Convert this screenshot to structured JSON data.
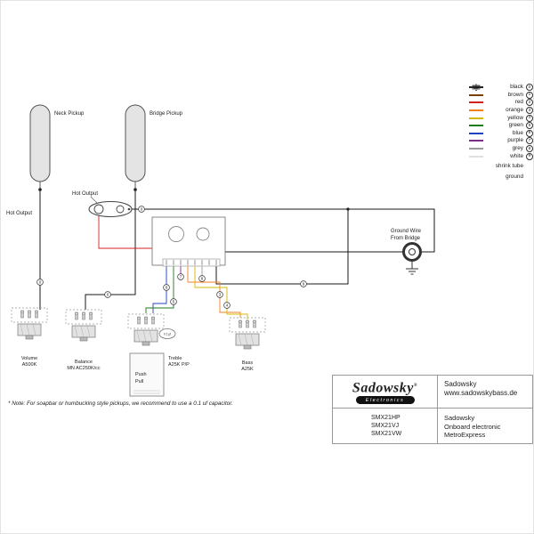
{
  "legend": {
    "colors": [
      {
        "label": "black",
        "num": "0",
        "color": "#1a1a1a"
      },
      {
        "label": "brown",
        "num": "1",
        "color": "#7b3f00"
      },
      {
        "label": "red",
        "num": "2",
        "color": "#d02020"
      },
      {
        "label": "orange",
        "num": "3",
        "color": "#f08020"
      },
      {
        "label": "yellow",
        "num": "4",
        "color": "#d4b800"
      },
      {
        "label": "green",
        "num": "5",
        "color": "#1e7a1e"
      },
      {
        "label": "blue",
        "num": "6",
        "color": "#2040c0"
      },
      {
        "label": "purple",
        "num": "7",
        "color": "#7a2e8a"
      },
      {
        "label": "grey",
        "num": "8",
        "color": "#9a9a9a"
      },
      {
        "label": "white",
        "num": "9",
        "color": "#e0e0e0"
      }
    ],
    "shrink_tube_label": "shrink tube",
    "ground_label": "ground"
  },
  "diagram": {
    "neck_pickup": "Neck Pickup",
    "bridge_pickup": "Bridge Pickup",
    "hot_output_left": "Hot Output",
    "hot_output_mid": "Hot Output",
    "ground_wire_line1": "Ground Wire",
    "ground_wire_line2": "From Bridge",
    "volume_line1": "Volume",
    "volume_line2": "A500K",
    "balance_line1": "Balance",
    "balance_line2": "MN AC250K/cc",
    "treble_line1": "Treble",
    "treble_line2": "A25K P/P",
    "bass_line1": "Bass",
    "bass_line2": "A25K",
    "push_line1": "Push",
    "push_line2": "Pull",
    "cap_label": "0.1 µf",
    "markers": [
      {
        "num": "0"
      },
      {
        "num": "0"
      },
      {
        "num": "0"
      },
      {
        "num": "6"
      },
      {
        "num": "5"
      },
      {
        "num": "3"
      },
      {
        "num": "4"
      },
      {
        "num": "7"
      },
      {
        "num": "8"
      },
      {
        "num": "9"
      }
    ]
  },
  "note": "* Note: For soapbar or humbucking style pickups, we recommend to use a 0.1 uf capacitor.",
  "title_block": {
    "logo_text": "Sadowsky",
    "logo_reg": "®",
    "logo_sub": "Electronics",
    "company_name": "Sadowsky",
    "website": "www.sadowskybass.de",
    "models": [
      "SMX21HP",
      "SMX21VJ",
      "SMX21VW"
    ],
    "product": [
      "Sadowsky",
      "Onboard electronic",
      "MetroExpress"
    ]
  }
}
